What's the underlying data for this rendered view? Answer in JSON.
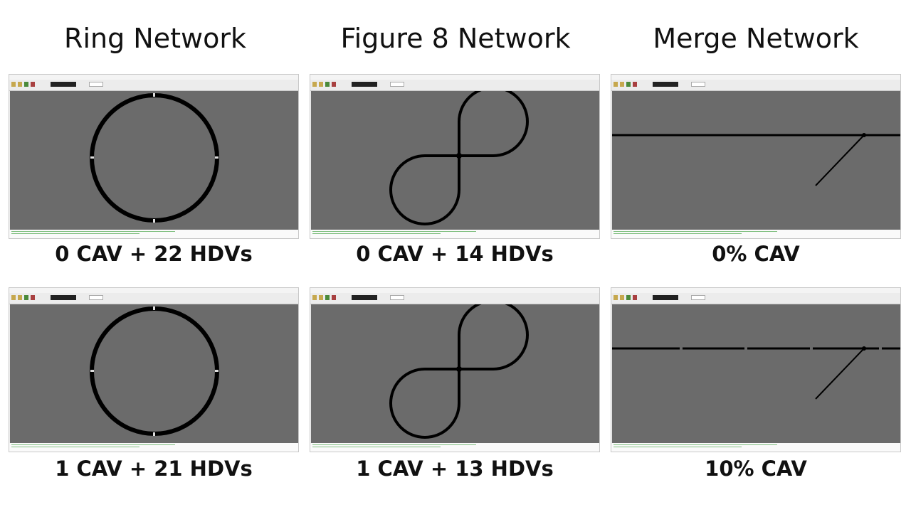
{
  "titles": [
    "Ring Network",
    "Figure 8 Network",
    "Merge Network"
  ],
  "captions": {
    "ring_top": "0 CAV + 22 HDVs",
    "fig8_top": "0 CAV + 14 HDVs",
    "merge_top": "0% CAV",
    "ring_bottom": "1 CAV + 21 HDVs",
    "fig8_bottom": "1 CAV + 13 HDVs",
    "merge_bottom": "10% CAV"
  },
  "colors": {
    "canvas": "#6b6b6b",
    "road": "#000000",
    "window_chrome": "#f0f0f0"
  },
  "icons": {
    "toolbar_buttons": "toolbar-button-icon"
  }
}
